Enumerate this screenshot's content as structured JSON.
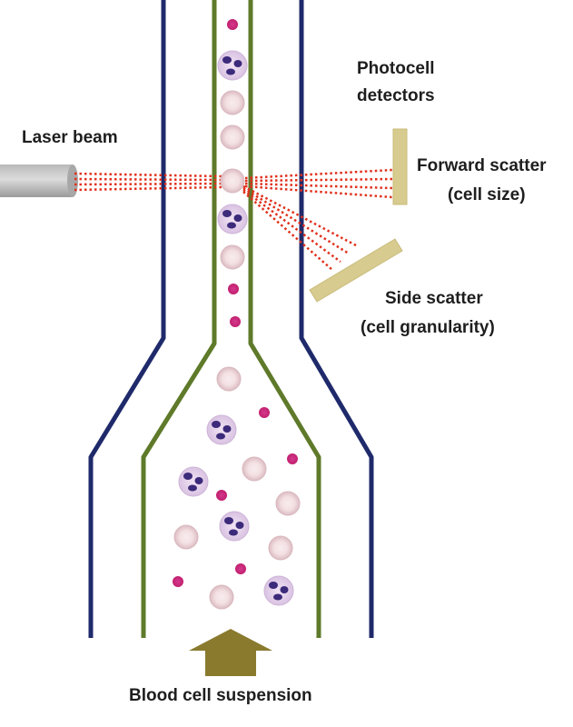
{
  "labels": {
    "laser_beam": "Laser beam",
    "photocell_line1": "Photocell",
    "photocell_line2": "detectors",
    "forward_line1": "Forward scatter",
    "forward_line2": "(cell size)",
    "side_line1": "Side scatter",
    "side_line2": "(cell granularity)",
    "suspension": "Blood cell suspension"
  },
  "colors": {
    "outer_tube": "#1f2a6b",
    "inner_tube": "#5e7a2a",
    "laser_dots": "#e0301c",
    "detector_fill": "#d8cb8f",
    "arrow_fill": "#8a7a2e",
    "red_cell": "#ecd2d6",
    "red_cell_center": "#f6e6e9",
    "platelet": "#c4257a",
    "white_cell": "#e8d4ee",
    "white_cell_nucleus": "#3c2a7a"
  },
  "icons": [
    "laser-emitter",
    "forward-detector-plate",
    "side-detector-plate",
    "flow-arrow"
  ]
}
